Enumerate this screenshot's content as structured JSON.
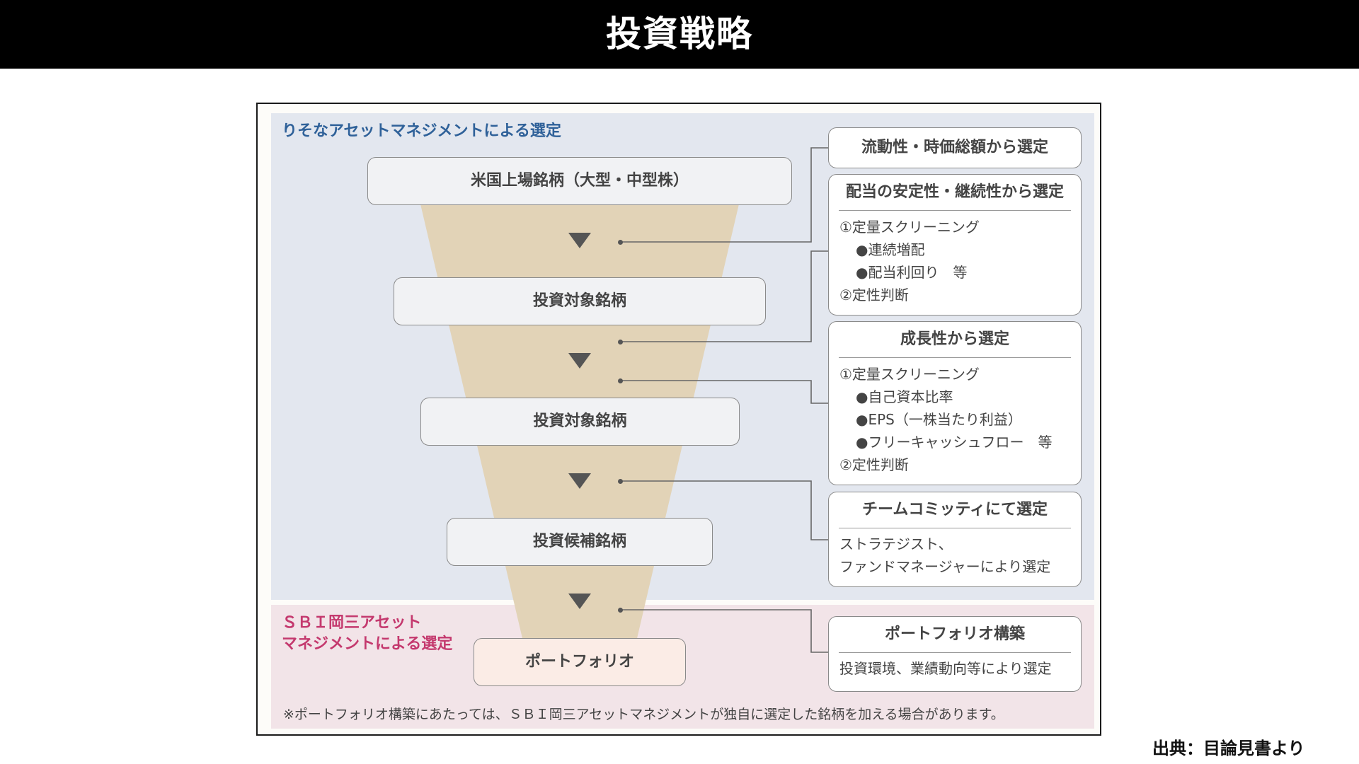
{
  "header": {
    "title": "投資戦略"
  },
  "regions": {
    "risona_label": "りそなアセットマネジメントによる選定",
    "sbi_label_line1": "ＳＢＩ岡三アセット",
    "sbi_label_line2": "マネジメントによる選定"
  },
  "stages": [
    {
      "label": "米国上場銘柄（大型・中型株）"
    },
    {
      "label": "投資対象銘柄"
    },
    {
      "label": "投資対象銘柄"
    },
    {
      "label": "投資候補銘柄"
    },
    {
      "label": "ポートフォリオ"
    }
  ],
  "criteria": [
    {
      "title": "流動性・時価総額から選定",
      "lines": []
    },
    {
      "title": "配当の安定性・継続性から選定",
      "lines": [
        {
          "text": "①定量スクリーニング",
          "indent": false
        },
        {
          "text": "●連続増配",
          "indent": true
        },
        {
          "text": "●配当利回り　等",
          "indent": true
        },
        {
          "text": "②定性判断",
          "indent": false
        }
      ]
    },
    {
      "title": "成長性から選定",
      "lines": [
        {
          "text": "①定量スクリーニング",
          "indent": false
        },
        {
          "text": "●自己資本比率",
          "indent": true
        },
        {
          "text": "●EPS（一株当たり利益）",
          "indent": true
        },
        {
          "text": "●フリーキャッシュフロー　等",
          "indent": true
        },
        {
          "text": "②定性判断",
          "indent": false
        }
      ]
    },
    {
      "title": "チームコミッティにて選定",
      "lines": [
        {
          "text": "ストラテジスト、",
          "indent": false
        },
        {
          "text": "ファンドマネージャーにより選定",
          "indent": false
        }
      ]
    },
    {
      "title": "ポートフォリオ構築",
      "lines": [
        {
          "text": "投資環境、業績動向等により選定",
          "indent": false
        }
      ]
    }
  ],
  "footnote": "※ポートフォリオ構築にあたっては、ＳＢＩ岡三アセットマネジメントが独自に選定した銘柄を加える場合があります。",
  "source": "出典：目論見書より",
  "colors": {
    "header_bg": "#000000",
    "risona_region": "#e3e7ef",
    "sbi_region": "#f2e4e8",
    "funnel": "#e2d3b7",
    "risona_text": "#2f6199",
    "sbi_text": "#c4396e"
  }
}
